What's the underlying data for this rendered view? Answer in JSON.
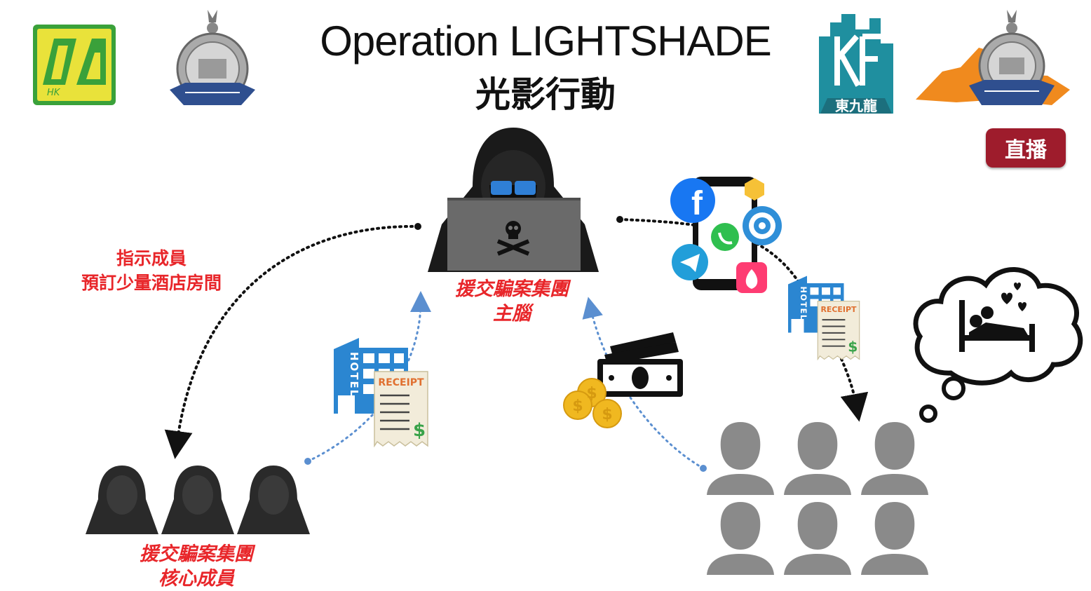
{
  "title": {
    "en": "Operation LIGHTSHADE",
    "zh": "光影行動"
  },
  "live_badge": "直播",
  "mastermind": {
    "line1": "援交騙案集團",
    "line2": "主腦"
  },
  "instruction": {
    "line1": "指示成員",
    "line2": "預訂少量酒店房間"
  },
  "core_members": {
    "line1": "援交騙案集團",
    "line2": "核心成員"
  },
  "icons": {
    "left_logo": "hk-transport-logo",
    "police_crest": "hong-kong-police-crest",
    "region_logo": "east-kowloon-logo",
    "region_logo_text": "東九龍",
    "police_crest_map": "west-kowloon-police-crest",
    "hotel": "hotel-building-icon",
    "receipt": "receipt-icon",
    "money": "money-icon",
    "phone_apps": "social-apps-phone-icon",
    "thought": "thought-bubble-icon"
  },
  "hotel_sign": "HOTEL",
  "receipt_label": "RECEIPT",
  "colors": {
    "red": "#e8262a",
    "live_bg": "#9e1c2c",
    "hotel_blue": "#2b86d1",
    "gray": "#8a8a8a"
  }
}
